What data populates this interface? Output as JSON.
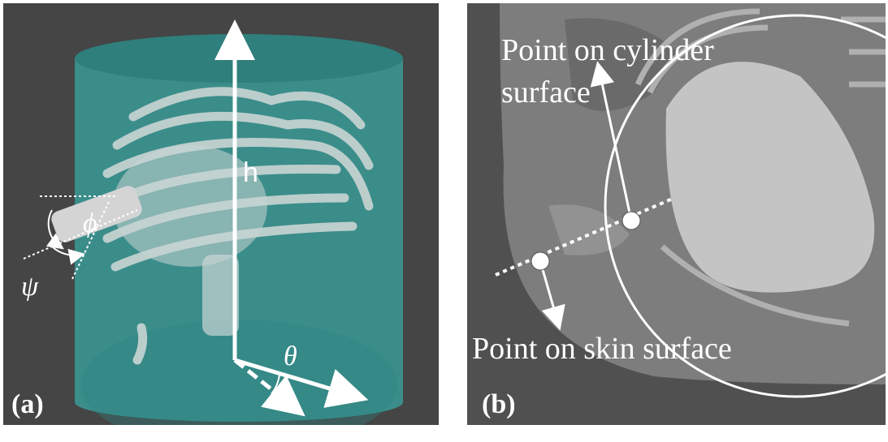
{
  "panel_a": {
    "label": "(a)",
    "axis_h": "h",
    "angle_theta": "θ",
    "angle_phi": "ϕ",
    "angle_psi": "ψ"
  },
  "panel_b": {
    "label": "(b)",
    "cylinder_point_line1": "Point on cylinder",
    "cylinder_point_line2": "surface",
    "skin_point": "Point on skin surface"
  },
  "colors": {
    "background": "#454545",
    "cylinder": "#3a9a96",
    "anatomy": "#c9d6d4",
    "annotation": "#ffffff"
  }
}
